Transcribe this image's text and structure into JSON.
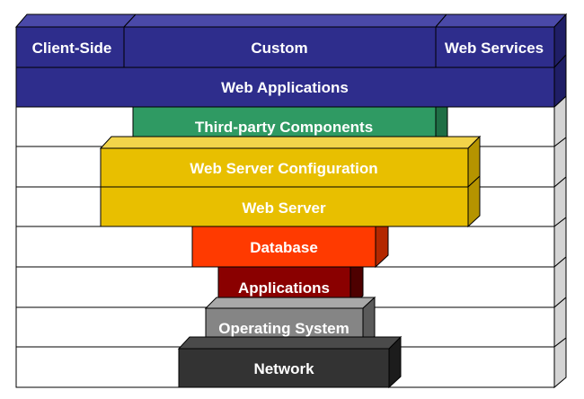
{
  "top_row": {
    "client_side": "Client-Side",
    "custom": "Custom",
    "web_services": "Web Services"
  },
  "layers": {
    "web_applications": "Web Applications",
    "third_party_components": "Third-party Components",
    "web_server_configuration": "Web Server Configuration",
    "web_server": "Web Server",
    "database": "Database",
    "applications": "Applications",
    "operating_system": "Operating System",
    "network": "Network"
  },
  "colors": {
    "navy": "#2e2d8c",
    "green": "#2f9a63",
    "gold": "#e8bf00",
    "red": "#ff3a00",
    "maroon": "#8a0000",
    "gray": "#858585",
    "charcoal": "#333333",
    "outline": "#000000"
  }
}
